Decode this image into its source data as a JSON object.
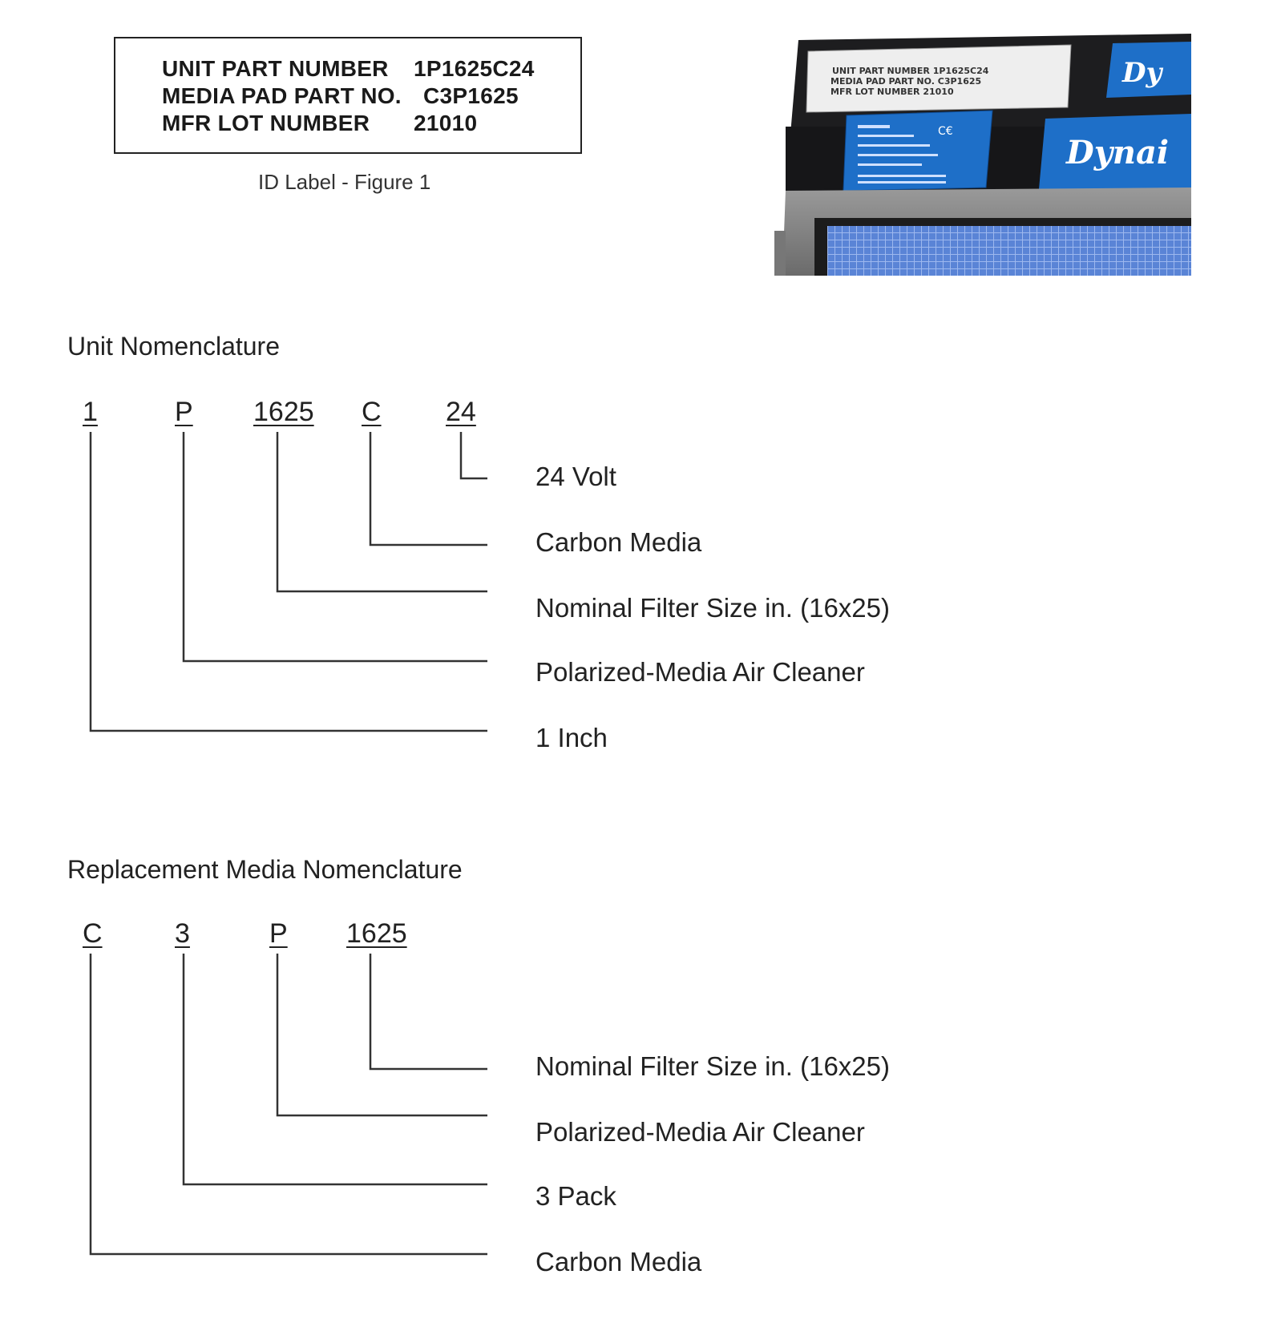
{
  "id_label": {
    "rows": [
      {
        "label": "UNIT PART NUMBER",
        "value": "1P1625C24"
      },
      {
        "label": "MEDIA PAD PART NO.",
        "value": "C3P1625"
      },
      {
        "label": "MFR LOT NUMBER",
        "value": "21010"
      }
    ],
    "caption": "ID Label - Figure 1"
  },
  "photo": {
    "sticker_lines": [
      "UNIT PART NUMBER   1P1625C24",
      "MEDIA PAD PART NO.  C3P1625",
      "MFR LOT NUMBER   21010"
    ],
    "brand_text": "Dynai",
    "brand_color": "#1e6fc8"
  },
  "unit_nomenclature": {
    "title": "Unit Nomenclature",
    "codes": [
      "1",
      "P",
      "1625",
      "C",
      "24"
    ],
    "descriptions": [
      "24 Volt",
      "Carbon Media",
      "Nominal Filter Size in. (16x25)",
      "Polarized-Media Air Cleaner",
      "1 Inch"
    ]
  },
  "media_nomenclature": {
    "title": "Replacement Media Nomenclature",
    "codes": [
      "C",
      "3",
      "P",
      "1625"
    ],
    "descriptions": [
      "Nominal Filter Size in. (16x25)",
      "Polarized-Media Air Cleaner",
      "3 Pack",
      "Carbon Media"
    ]
  }
}
